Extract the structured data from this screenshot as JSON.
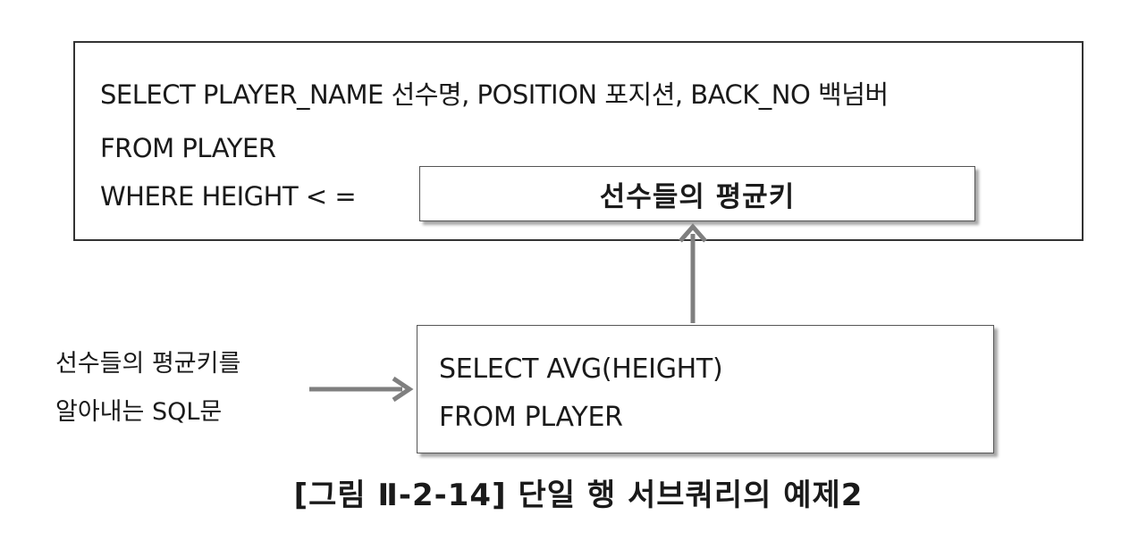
{
  "main_query": {
    "line1": "SELECT PLAYER_NAME 선수명, POSITION 포지션, BACK_NO 백넘버",
    "line2": "FROM PLAYER",
    "line3": "WHERE HEIGHT < =",
    "placeholder": "선수들의 평균키"
  },
  "sub_query": {
    "line1": "SELECT AVG(HEIGHT)",
    "line2": "FROM PLAYER"
  },
  "side_label": {
    "line1": "선수들의 평균키를",
    "line2": "알아내는 SQL문"
  },
  "caption": "[그림 Ⅱ-2-14] 단일 행 서브쿼리의 예제2",
  "colors": {
    "arrow": "#7f7f7f",
    "border": "#333333"
  }
}
